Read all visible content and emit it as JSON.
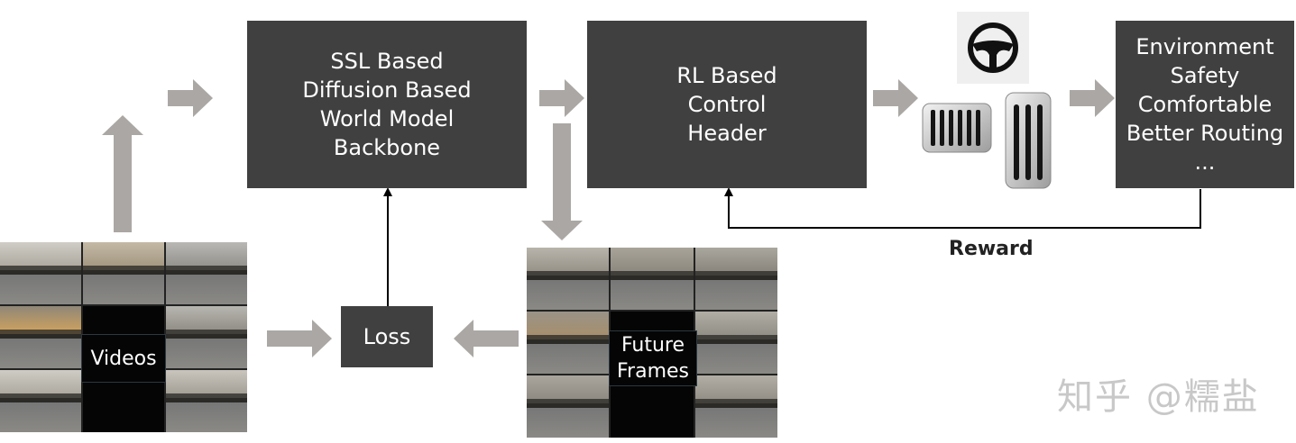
{
  "backbone": {
    "lines": [
      "SSL Based",
      "Diffusion Based",
      "World Model",
      "Backbone"
    ]
  },
  "control": {
    "lines": [
      "RL Based",
      "Control",
      "Header"
    ]
  },
  "environment": {
    "lines": [
      "Environment",
      "Safety",
      "Comfortable",
      "Better Routing",
      "..."
    ]
  },
  "loss": {
    "label": "Loss"
  },
  "reward": {
    "label": "Reward"
  },
  "videos": {
    "label": "Videos"
  },
  "future": {
    "lines": [
      "Future",
      "Frames"
    ]
  },
  "watermark": {
    "text": "知乎 @糯盐"
  },
  "colors": {
    "box": "#404040",
    "arrow": "#aba7a4",
    "line": "#000000"
  },
  "icons": [
    "steering-wheel-icon",
    "pedal-icon"
  ]
}
